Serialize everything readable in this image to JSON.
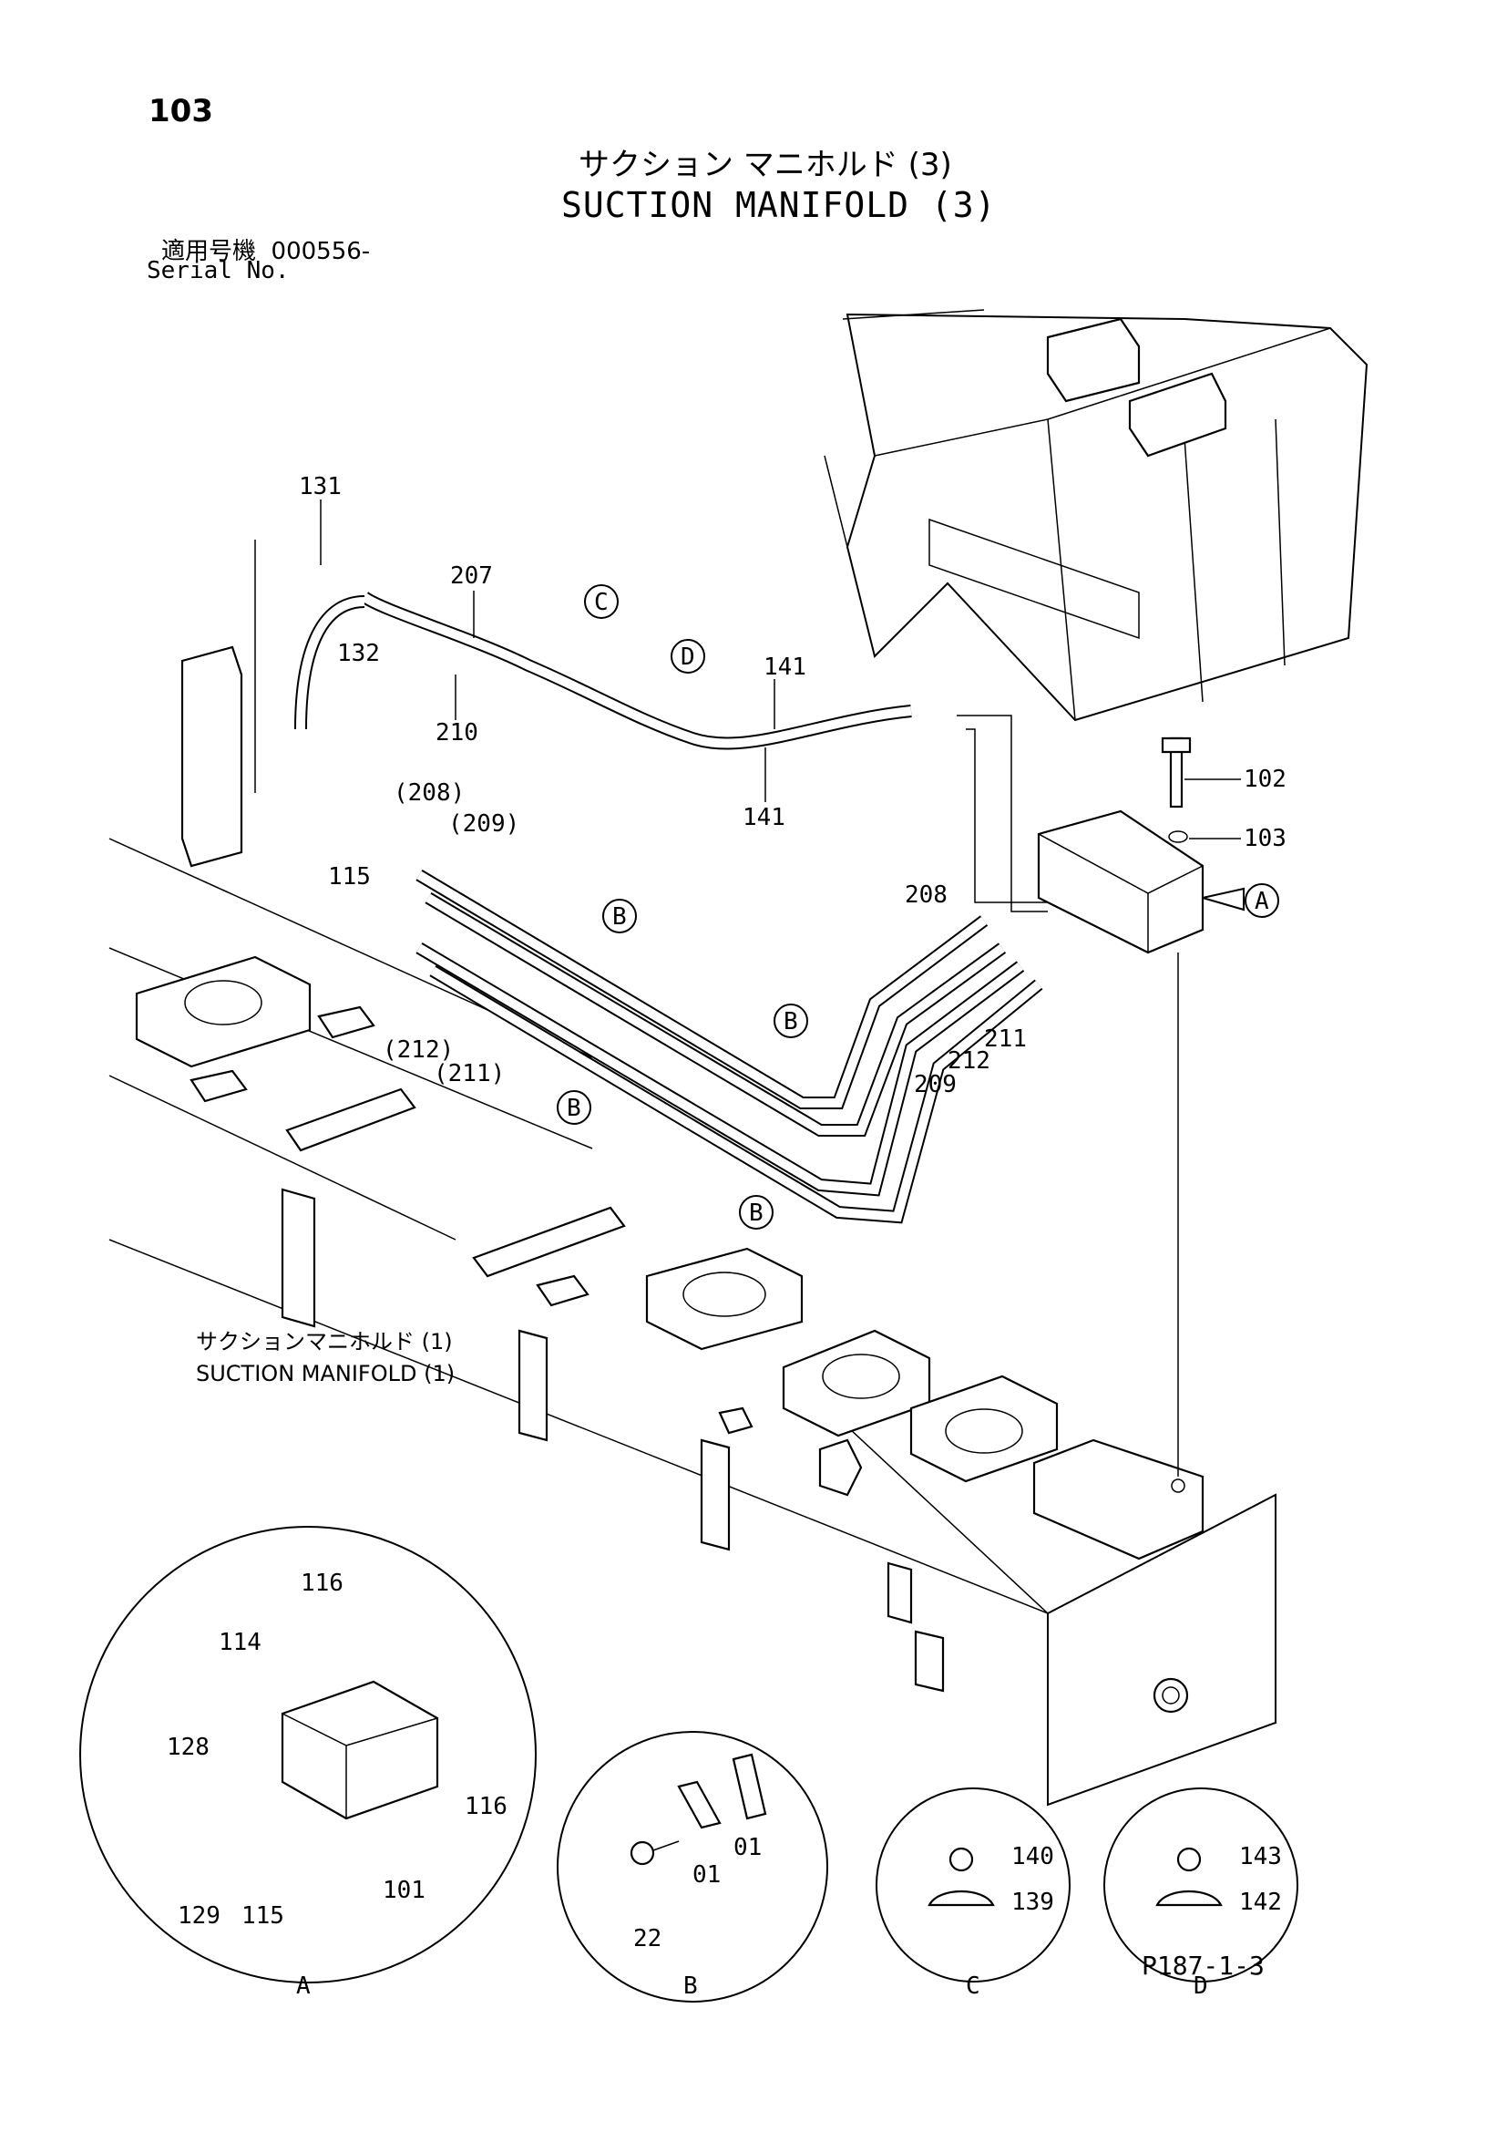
{
  "page_number": "103",
  "title_jp": "サクション マニホルド (3)",
  "title_en": "SUCTION MANIFOLD (3)",
  "serial": {
    "label_jp": "適用号機",
    "value": "000556-",
    "label_en": "Serial No."
  },
  "page_code": "P187-1-3",
  "reference": {
    "jp": "サクションマニホルド (1)",
    "en": "SUCTION MANIFOLD (1)"
  },
  "callouts": [
    "A",
    "B",
    "C",
    "D"
  ],
  "parts": {
    "p131": "131",
    "p132": "132",
    "p207": "207",
    "p210": "210",
    "p141": "141",
    "p102": "102",
    "p103": "103",
    "p115": "115",
    "p208": "208",
    "p209": "209",
    "p211": "211",
    "p212": "212",
    "p208p": "(208)",
    "p209p": "(209)",
    "p211p": "(211)",
    "p212p": "(212)",
    "p116": "116",
    "p114": "114",
    "p128": "128",
    "p129": "129",
    "p101": "101",
    "p22": "22",
    "p01": "01",
    "p140": "140",
    "p139": "139",
    "p143": "143",
    "p142": "142"
  },
  "detail_views": [
    "A",
    "B",
    "C",
    "D"
  ]
}
